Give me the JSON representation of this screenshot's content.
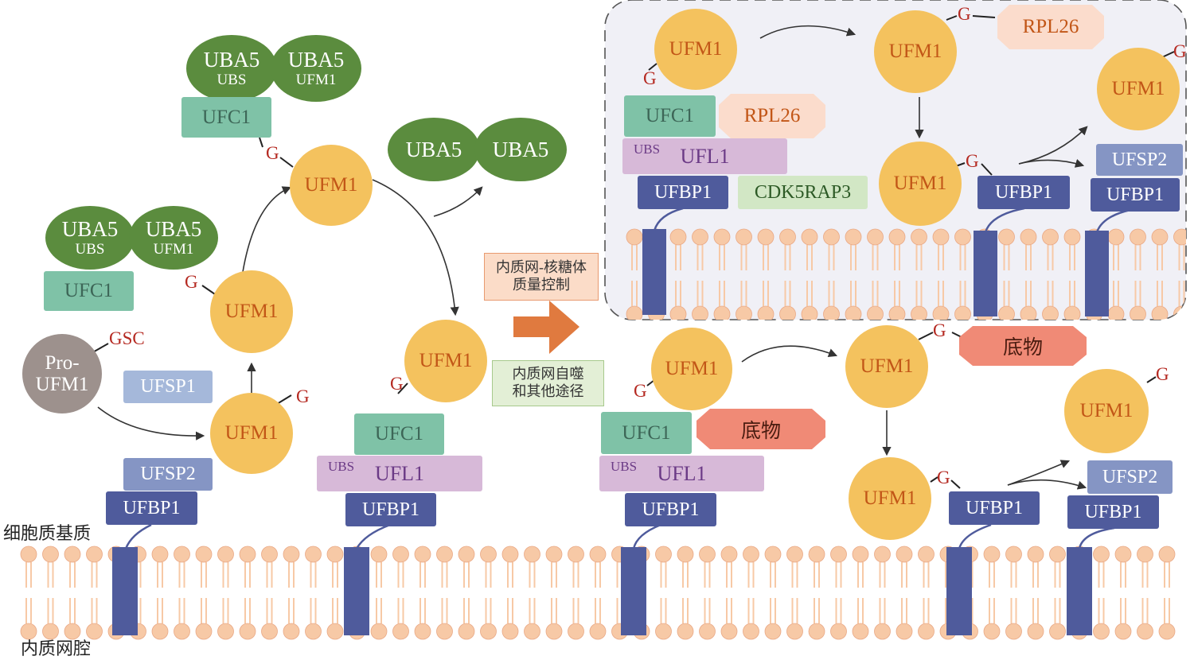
{
  "labels": {
    "cytoplasm": "细胞质基质",
    "er_lumen": "内质网腔"
  },
  "notes": {
    "ribosome_qc_line1": "内质网-核糖体",
    "ribosome_qc_line2": "质量控制",
    "autophagy_line1": "内质网自噬",
    "autophagy_line2": "和其他途径"
  },
  "proteins": {
    "ufm1": "UFM1",
    "uba5": "UBA5",
    "ubs": "UBS",
    "ufm1_small": "UFM1",
    "ufc1": "UFC1",
    "ufl1": "UFL1",
    "ufbp1": "UFBP1",
    "ufsp1": "UFSP1",
    "ufsp2": "UFSP2",
    "cdk5rap3": "CDK5RAP3",
    "rpl26": "RPL26",
    "substrate": "底物",
    "pro_line1": "Pro-",
    "pro_line2": "UFM1",
    "gsc": "GSC",
    "g": "G"
  },
  "colors": {
    "ufm1": "#f4c25e",
    "uba5": "#5b8c3e",
    "ufc1": "#7fc2a7",
    "ufl1": "#d7b9d8",
    "ufbp1": "#4f5b9c",
    "ufsp2": "#8595c4",
    "ufsp1": "#a5b8da",
    "cdk5rap3": "#d2e7c5",
    "rpl26": "#fbdccc",
    "substrate": "#f08a76",
    "pro_ufm1": "#9d918d",
    "membrane": "#f7c9a6",
    "arrow_big": "#e07a3f",
    "glycine": "#b52a22"
  }
}
